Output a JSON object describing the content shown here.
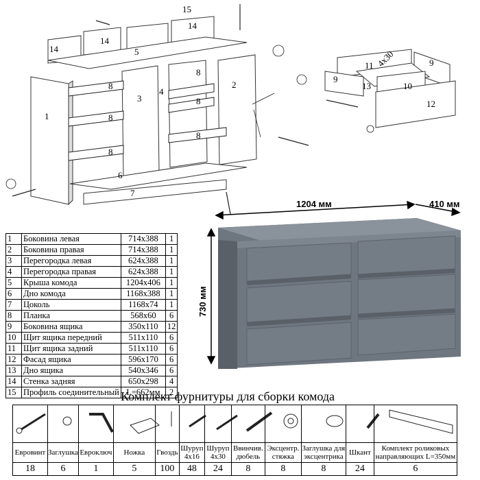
{
  "callouts": [
    "1",
    "2",
    "3",
    "4",
    "5",
    "6",
    "7",
    "8",
    "8",
    "8",
    "8",
    "8",
    "8",
    "9",
    "9",
    "10",
    "11",
    "12",
    "13",
    "14",
    "14",
    "14",
    "15",
    "4x30"
  ],
  "dimensions": {
    "width": "1204 мм",
    "depth": "410 мм",
    "height": "730 мм"
  },
  "furniture_color": "#6e7680",
  "parts": [
    {
      "n": "1",
      "name": "Боковина левая",
      "dim": "714х388",
      "qty": "1"
    },
    {
      "n": "2",
      "name": "Боковина правая",
      "dim": "714х388",
      "qty": "1"
    },
    {
      "n": "3",
      "name": "Перегородка левая",
      "dim": "624х388",
      "qty": "1"
    },
    {
      "n": "4",
      "name": "Перегородка правая",
      "dim": "624х388",
      "qty": "1"
    },
    {
      "n": "5",
      "name": "Крыша комода",
      "dim": "1204х406",
      "qty": "1"
    },
    {
      "n": "6",
      "name": "Дно комода",
      "dim": "1168х388",
      "qty": "1"
    },
    {
      "n": "7",
      "name": "Цоколь",
      "dim": "1168х74",
      "qty": "1"
    },
    {
      "n": "8",
      "name": "Планка",
      "dim": "568х60",
      "qty": "6"
    },
    {
      "n": "9",
      "name": "Боковина ящика",
      "dim": "350х110",
      "qty": "12"
    },
    {
      "n": "10",
      "name": "Щит ящика передний",
      "dim": "511х110",
      "qty": "6"
    },
    {
      "n": "11",
      "name": "Щит ящика задний",
      "dim": "511х110",
      "qty": "6"
    },
    {
      "n": "12",
      "name": "Фасад ящика",
      "dim": "596х170",
      "qty": "6"
    },
    {
      "n": "13",
      "name": "Дно ящика",
      "dim": "540х346",
      "qty": "6"
    },
    {
      "n": "14",
      "name": "Стенка задняя",
      "dim": "650х298",
      "qty": "4"
    },
    {
      "n": "15",
      "name": "Профиль соединительный",
      "dim": "L=662мм",
      "qty": "2"
    }
  ],
  "hardware_title": "Комплект фурнитуры для сборки комода",
  "hardware": [
    {
      "icon": "euroscrew-icon",
      "label": "Евровинт",
      "qty": "18"
    },
    {
      "icon": "cap-icon",
      "label": "Заглушка",
      "qty": "6"
    },
    {
      "icon": "hex-key-icon",
      "label": "Евроключ",
      "qty": "1"
    },
    {
      "icon": "foot-icon",
      "label": "Ножка",
      "qty": "5"
    },
    {
      "icon": "nail-icon",
      "label": "Гвоздь",
      "qty": "100"
    },
    {
      "icon": "screw-small-icon",
      "label": "Шуруп 4х16",
      "qty": "48"
    },
    {
      "icon": "screw-long-icon",
      "label": "Шуруп 4х30",
      "qty": "24"
    },
    {
      "icon": "dowel-screw-icon",
      "label": "Ввинчив. дюбель",
      "qty": "8"
    },
    {
      "icon": "eccentric-icon",
      "label": "Эксцентр. стяжка",
      "qty": "8"
    },
    {
      "icon": "eccentric-cap-icon",
      "label": "Заглушка для эксцентрика",
      "qty": "8"
    },
    {
      "icon": "dowel-icon",
      "label": "Шкант",
      "qty": "24"
    },
    {
      "icon": "roller-guides-icon",
      "label": "Комплект роликовых направляющих L=350мм",
      "qty": "6"
    }
  ]
}
